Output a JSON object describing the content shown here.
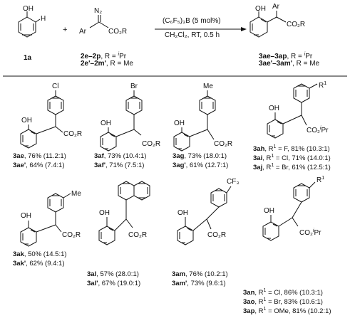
{
  "scheme": {
    "reactant_a": {
      "id": "1a",
      "atoms": [
        "OH",
        "H"
      ]
    },
    "plus": "+",
    "reactant_b": {
      "atoms": [
        "N₂",
        "Ar",
        "CO₂R"
      ],
      "series_1": {
        "ids": "2e–2p",
        "note": "R = ",
        "r": "Pr"
      },
      "series_2": {
        "ids": "2e'–2m'",
        "note": "R = Me"
      }
    },
    "conditions": {
      "catalyst": "(C₆F₅)₃B (5 mol%)",
      "solvent": "CH₂Cl₂, RT, 0.5 h"
    },
    "product": {
      "atoms": [
        "OH",
        "Ar",
        "CO₂R"
      ],
      "series_1": {
        "ids": "3ae–3ap",
        "note": "R = ",
        "r": "Pr"
      },
      "series_2": {
        "ids": "3ae'–3am'",
        "note": "R = Me"
      }
    }
  },
  "compounds": [
    {
      "id": "3ae",
      "text": "76% (11.2:1)"
    },
    {
      "id": "3ae'",
      "text": "64% (7.4:1)"
    },
    {
      "id": "3af",
      "text": "73% (10.4:1)"
    },
    {
      "id": "3af'",
      "text": "71% (7.5:1)"
    },
    {
      "id": "3ag",
      "text": "73% (18.0:1)"
    },
    {
      "id": "3ag'",
      "text": "61% (12.7:1)"
    },
    {
      "id": "3ah",
      "sub": "F",
      "text": "81% (10.3:1)"
    },
    {
      "id": "3ai",
      "sub": "Cl",
      "text": "71% (14.0:1)"
    },
    {
      "id": "3aj",
      "sub": "Br",
      "text": "61% (12.5:1)"
    },
    {
      "id": "3ak",
      "text": "50% (14.5:1)"
    },
    {
      "id": "3ak'",
      "text": "62% (9.4:1)"
    },
    {
      "id": "3al",
      "text": "57% (28.0:1)"
    },
    {
      "id": "3al'",
      "text": "67% (19.0:1)"
    },
    {
      "id": "3am",
      "text": "76% (10.2:1)"
    },
    {
      "id": "3am'",
      "text": "73% (9.6:1)"
    },
    {
      "id": "3an",
      "sub": "Cl",
      "text": "86% (10.3:1)"
    },
    {
      "id": "3ao",
      "sub": "Br",
      "text": "83% (10.6:1)"
    },
    {
      "id": "3ap",
      "sub": "OMe",
      "text": "81% (10.2:1)"
    }
  ],
  "atom_labels": {
    "oh": "OH",
    "co2r": "CO₂R",
    "co2ipr": "CO₂",
    "ipr": "Pr",
    "i": "i",
    "cl": "Cl",
    "br": "Br",
    "me": "Me",
    "cf3": "CF₃",
    "r1": "R",
    "one": "1",
    "eq": " = ",
    "comma": ", "
  }
}
